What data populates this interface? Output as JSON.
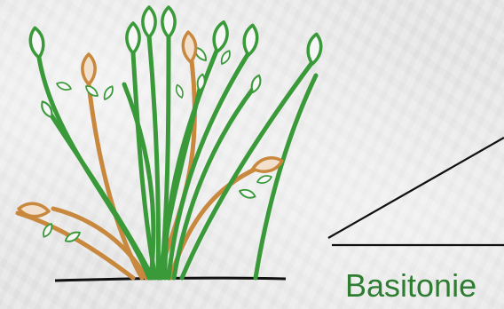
{
  "caption": "Basitonie",
  "colors": {
    "green_stem": "#3a9a3a",
    "brown_stem": "#c8893e",
    "caption": "#2e7d32",
    "lines": "#111111"
  },
  "icons": [
    "basitonic-shrub-drawing",
    "ground-line",
    "pointer-line"
  ]
}
